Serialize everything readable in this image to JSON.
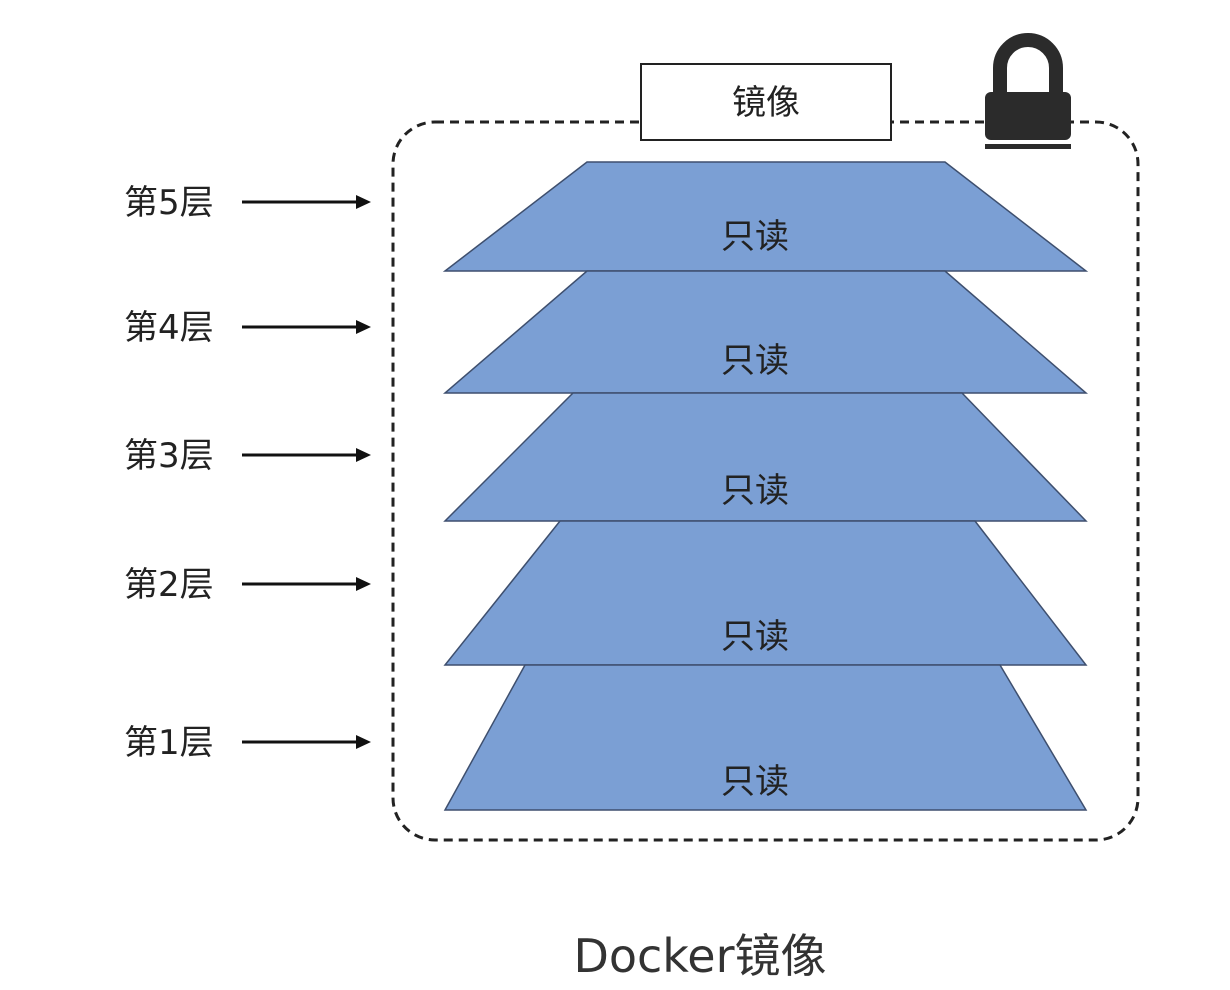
{
  "image_box": {
    "label": "镜像"
  },
  "lock": {
    "icon": "lock-icon"
  },
  "layers": [
    {
      "label": "第5层",
      "content": "只读"
    },
    {
      "label": "第4层",
      "content": "只读"
    },
    {
      "label": "第3层",
      "content": "只读"
    },
    {
      "label": "第2层",
      "content": "只读"
    },
    {
      "label": "第1层",
      "content": "只读"
    }
  ],
  "caption": "Docker镜像",
  "colors": {
    "layer_fill": "#7b9fd4",
    "layer_stroke": "#3e4f6e",
    "border": "#222222",
    "lock": "#2b2b2b"
  }
}
